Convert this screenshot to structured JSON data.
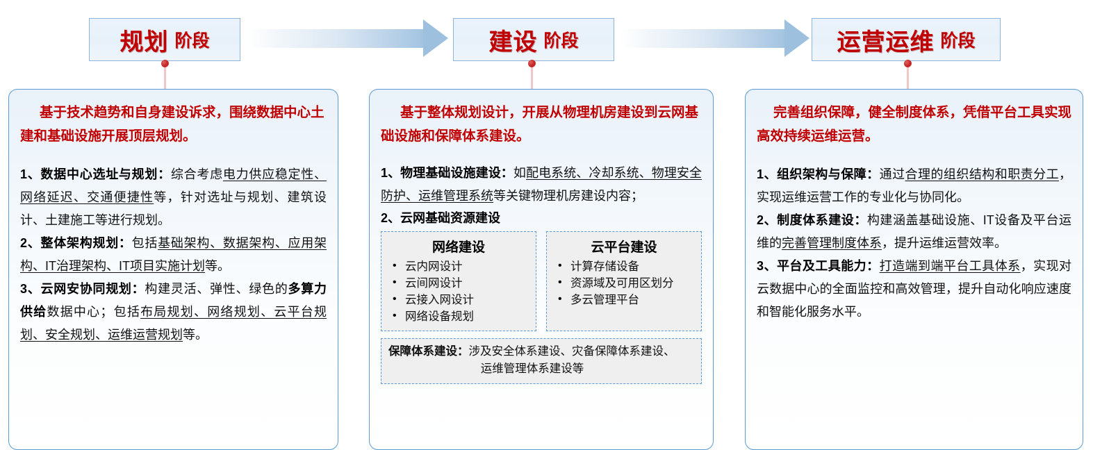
{
  "diagram": {
    "title_colors": {
      "heading_red": "#c00000",
      "border_blue": "#5b9bd5",
      "panel_fill": "#eaf2fb",
      "subbox_fill": "#efefef"
    },
    "stages": [
      {
        "header_main": "规划",
        "header_suffix": "阶段",
        "lede": "基于技术趋势和自身建设诉求，围绕数据中心土建和基础设施开展顶层规划。",
        "items": [
          {
            "num": "1、",
            "bold": "数据中心选址与规划：",
            "rest_a": "综合考虑",
            "rest_u": "电力供应稳定性、网络延迟、交通便捷性",
            "rest_b": "等，针对选址与规划、建筑设计、土建施工等进行规划。"
          },
          {
            "num": "2、",
            "bold": "整体架构规划：",
            "rest_a": "包括",
            "rest_u": "基础架构、数据架构、应用架构、IT治理架构、IT项目实施计划",
            "rest_b": "等。"
          },
          {
            "num": "3、",
            "bold": "云网安协同规划：",
            "rest_a": "构建灵活、弹性、绿色的",
            "rest_bold2": "多算力供给",
            "rest_c": "数据中心；包括",
            "rest_u": "布局规划、网络规划、云平台规划、安全规划、运维运营规划",
            "rest_b": "等。"
          }
        ]
      },
      {
        "header_main": "建设",
        "header_suffix": "阶段",
        "lede": "基于整体规划设计，开展从物理机房建设到云网基础设施和保障体系建设。",
        "items": [
          {
            "num": "1、",
            "bold": "物理基础设施建设：",
            "rest_a": "如",
            "rest_u": "配电系统、冷却系统、物理安全防护、运维管理系统",
            "rest_b": "等关键物理机房建设内容；"
          },
          {
            "num": "2、",
            "bold": "云网基础资源建设",
            "rest_a": "",
            "rest_u": "",
            "rest_b": ""
          }
        ],
        "subboxes": [
          {
            "title": "网络建设",
            "bullets": [
              "云内网设计",
              "云间网设计",
              "云接入网设计",
              "网络设备规划"
            ]
          },
          {
            "title": "云平台建设",
            "bullets": [
              "计算存储设备",
              "资源域及可用区划分",
              "多云管理平台"
            ]
          }
        ],
        "wide_box": {
          "label": "保障体系建设：",
          "line1": "涉及安全体系建设、灾备保障体系建设、",
          "line2": "运维管理体系建设等"
        }
      },
      {
        "header_main": "运营运维",
        "header_suffix": "阶段",
        "lede": "完善组织保障，健全制度体系，凭借平台工具实现高效持续运维运营。",
        "items": [
          {
            "num": "1、",
            "bold": "组织架构与保障：",
            "rest_a": "通过",
            "rest_u": "合理的组织结构和职责分工",
            "rest_b": "，实现运维运营工作的专业化与协同化。"
          },
          {
            "num": "2、",
            "bold": "制度体系建设：",
            "rest_a": "构建涵盖基础设施、IT设备及平台运维的",
            "rest_u": "完善管理制度体系",
            "rest_b": "，提升运维运营效率。"
          },
          {
            "num": "3、",
            "bold": "平台及工具能力：",
            "rest_a": "",
            "rest_u": "打造端到端平台工具体系",
            "rest_b": "，实现对云数据中心的全面监控和高效管理，提升自动化响应速度和智能化服务水平。"
          }
        ]
      }
    ]
  }
}
